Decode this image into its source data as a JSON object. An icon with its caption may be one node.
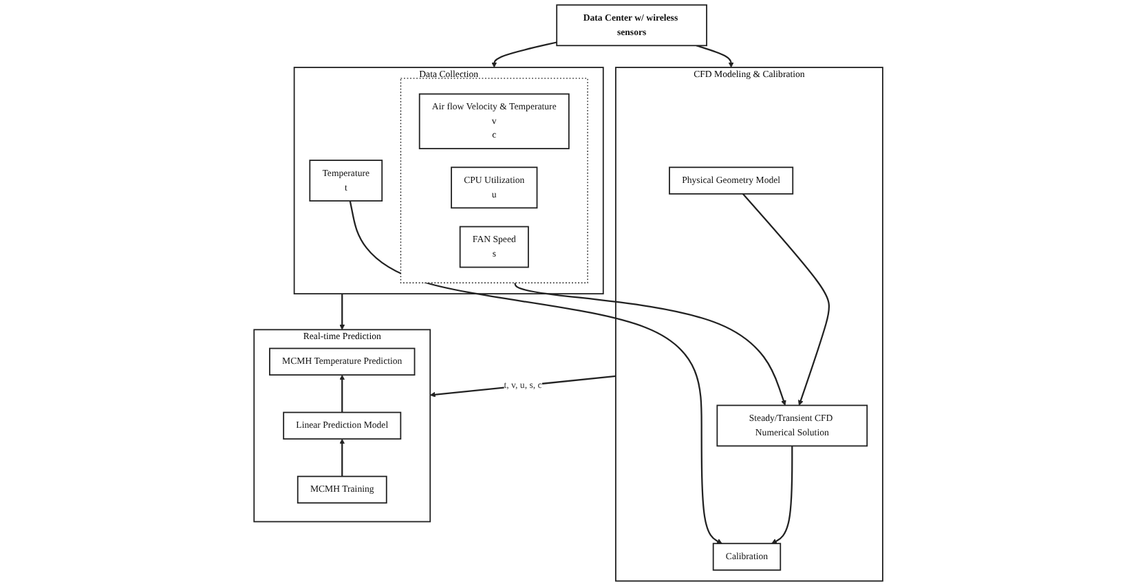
{
  "diagram": {
    "nodes": [
      {
        "text": [
          "Data Center w/ wireless sensors"
        ]
      },
      {
        "text": [
          "CFD Modeling & Calibration"
        ]
      },
      {
        "text": [
          "Physical Geometry Model"
        ],
        "in": 1
      },
      {
        "text": [
          "Steady/Transient CFD Numerical Solution"
        ],
        "in": 1
      },
      {
        "text": [
          "Calibration"
        ],
        "in": 1
      },
      {
        "text": [
          "Data Collection"
        ]
      },
      {
        "text": [],
        "shape": "box",
        "in": 5
      },
      {
        "text": [
          "Air flow Velocity & Temperature",
          "v",
          "c"
        ],
        "in": 6
      },
      {
        "text": [
          "CPU Utilization",
          "u"
        ],
        "in": 6
      },
      {
        "text": [
          "FAN Speed",
          "s"
        ],
        "in": 6
      },
      {
        "text": [
          "Temperature",
          "t"
        ],
        "in": 5
      },
      {
        "text": [
          "Real-time Prediction"
        ]
      },
      {
        "text": [
          "MCMH Temperature Prediction"
        ],
        "in": 11
      },
      {
        "text": [
          "Linear Prediction Model"
        ],
        "in": 11
      },
      {
        "text": [
          "MCMH Training"
        ],
        "in": 11
      }
    ],
    "edges": [
      {
        "from": 0,
        "to": 5,
        "arrow": "to"
      },
      {
        "from": 0,
        "to": 1,
        "arrow": "to"
      },
      {
        "from": 2,
        "to": 3,
        "arrow": "to"
      },
      {
        "from": 3,
        "to": 4,
        "arrow": "to"
      },
      {
        "from": 6,
        "to": 3,
        "arrow": "to"
      },
      {
        "from": 10,
        "to": 4,
        "arrow": "to"
      },
      {
        "from": 5,
        "to": 11,
        "arrow": "to"
      },
      {
        "from": 1,
        "to": 11,
        "arrow": "to",
        "label": "t, v, u, s, c"
      },
      {
        "from": 14,
        "to": 13,
        "arrow": "to"
      },
      {
        "from": 13,
        "to": 12,
        "arrow": "to"
      }
    ]
  }
}
